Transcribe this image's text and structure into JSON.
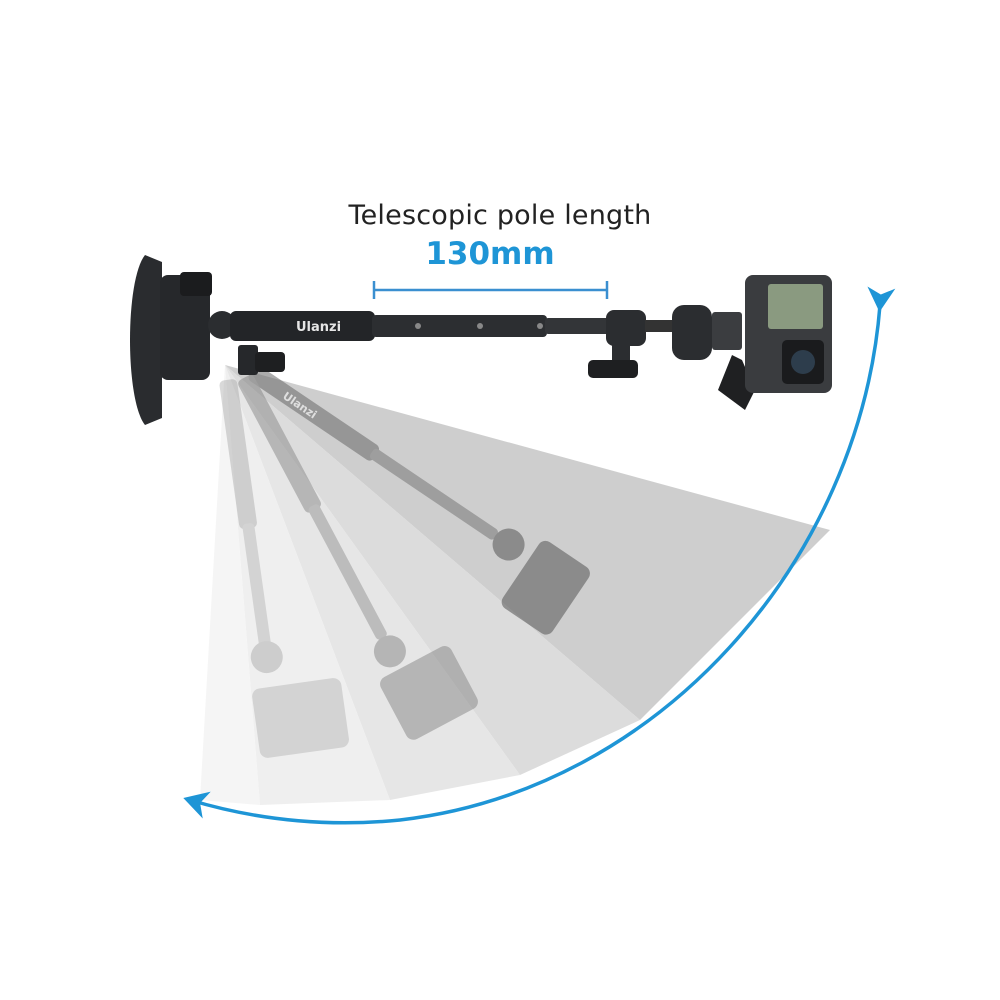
{
  "annotation": {
    "title": "Telescopic pole length",
    "length_value": "130mm"
  },
  "brand": "Ulanzi",
  "colors": {
    "accent_blue": "#1e95d6",
    "pole": "#1f2124",
    "fan_grey": "#b8b8b8"
  }
}
